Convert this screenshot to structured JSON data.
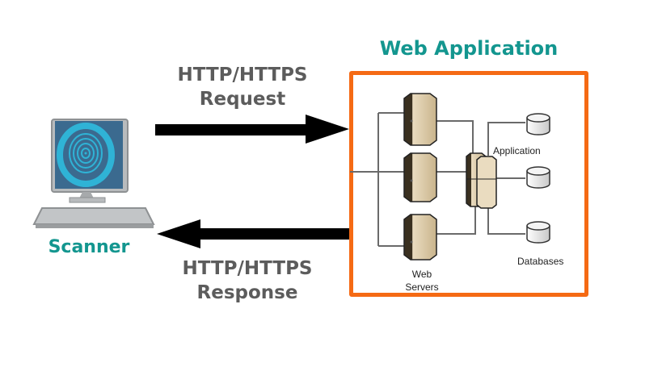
{
  "scanner": {
    "label": "Scanner",
    "icon": "computer-fingerprint-icon"
  },
  "request": {
    "line1": "HTTP/HTTPS",
    "line2": "Request"
  },
  "response": {
    "line1": "HTTP/HTTPS",
    "line2": "Response"
  },
  "web_application": {
    "title": "Web Application",
    "web_servers_label_1": "Web",
    "web_servers_label_2": "Servers",
    "application_label": "Application",
    "databases_label": "Databases",
    "web_server_count": 3,
    "database_count": 3
  },
  "colors": {
    "accent_teal": "#13968f",
    "border_orange": "#f56a14",
    "arrow": "#000000",
    "label_gray": "#5c5c5c",
    "monitor_blue": "#3a6a90",
    "ring_cyan": "#2fb3d6"
  }
}
